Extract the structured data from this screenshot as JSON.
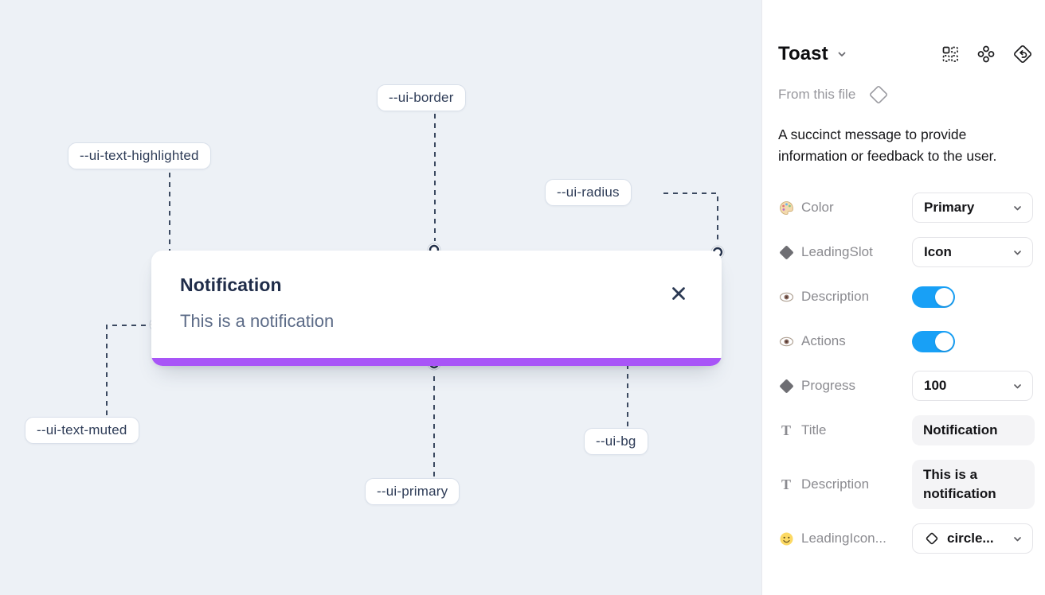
{
  "canvas": {
    "toast": {
      "title": "Notification",
      "description": "This is a notification",
      "progress_color": "#a855f7"
    },
    "labels": [
      {
        "text": "--ui-border"
      },
      {
        "text": "--ui-text-highlighted"
      },
      {
        "text": "--ui-radius"
      },
      {
        "text": "--ui-text-muted"
      },
      {
        "text": "--ui-primary"
      },
      {
        "text": "--ui-bg"
      }
    ],
    "background": "#edf1f6"
  },
  "panel": {
    "title": "Toast",
    "toolbar_icons": [
      "instance-grid-icon",
      "variants-icon",
      "return-diamond-icon"
    ],
    "source": "From this file",
    "source_icon": "diamond-outline-icon",
    "description": "A succinct message to provide information or feedback to the user.",
    "properties": [
      {
        "label": "Color",
        "icon": "palette-icon",
        "control": "select",
        "value": "Primary"
      },
      {
        "label": "LeadingSlot",
        "icon": "diamond-icon",
        "control": "select",
        "value": "Icon"
      },
      {
        "label": "Description",
        "icon": "eye-icon",
        "control": "toggle",
        "value": "on"
      },
      {
        "label": "Actions",
        "icon": "eye-icon",
        "control": "toggle",
        "value": "on"
      },
      {
        "label": "Progress",
        "icon": "diamond-icon",
        "control": "select",
        "value": "100"
      },
      {
        "label": "Title",
        "icon": "text-icon",
        "control": "text",
        "value": "Notification"
      },
      {
        "label": "Description",
        "icon": "text-icon",
        "control": "text",
        "value": "This is a notification"
      },
      {
        "label": "LeadingIcon...",
        "icon": "smiley-icon",
        "control": "select-icon",
        "value": "circle..."
      }
    ],
    "colors": {
      "toggle_on": "#18a0f6"
    }
  }
}
